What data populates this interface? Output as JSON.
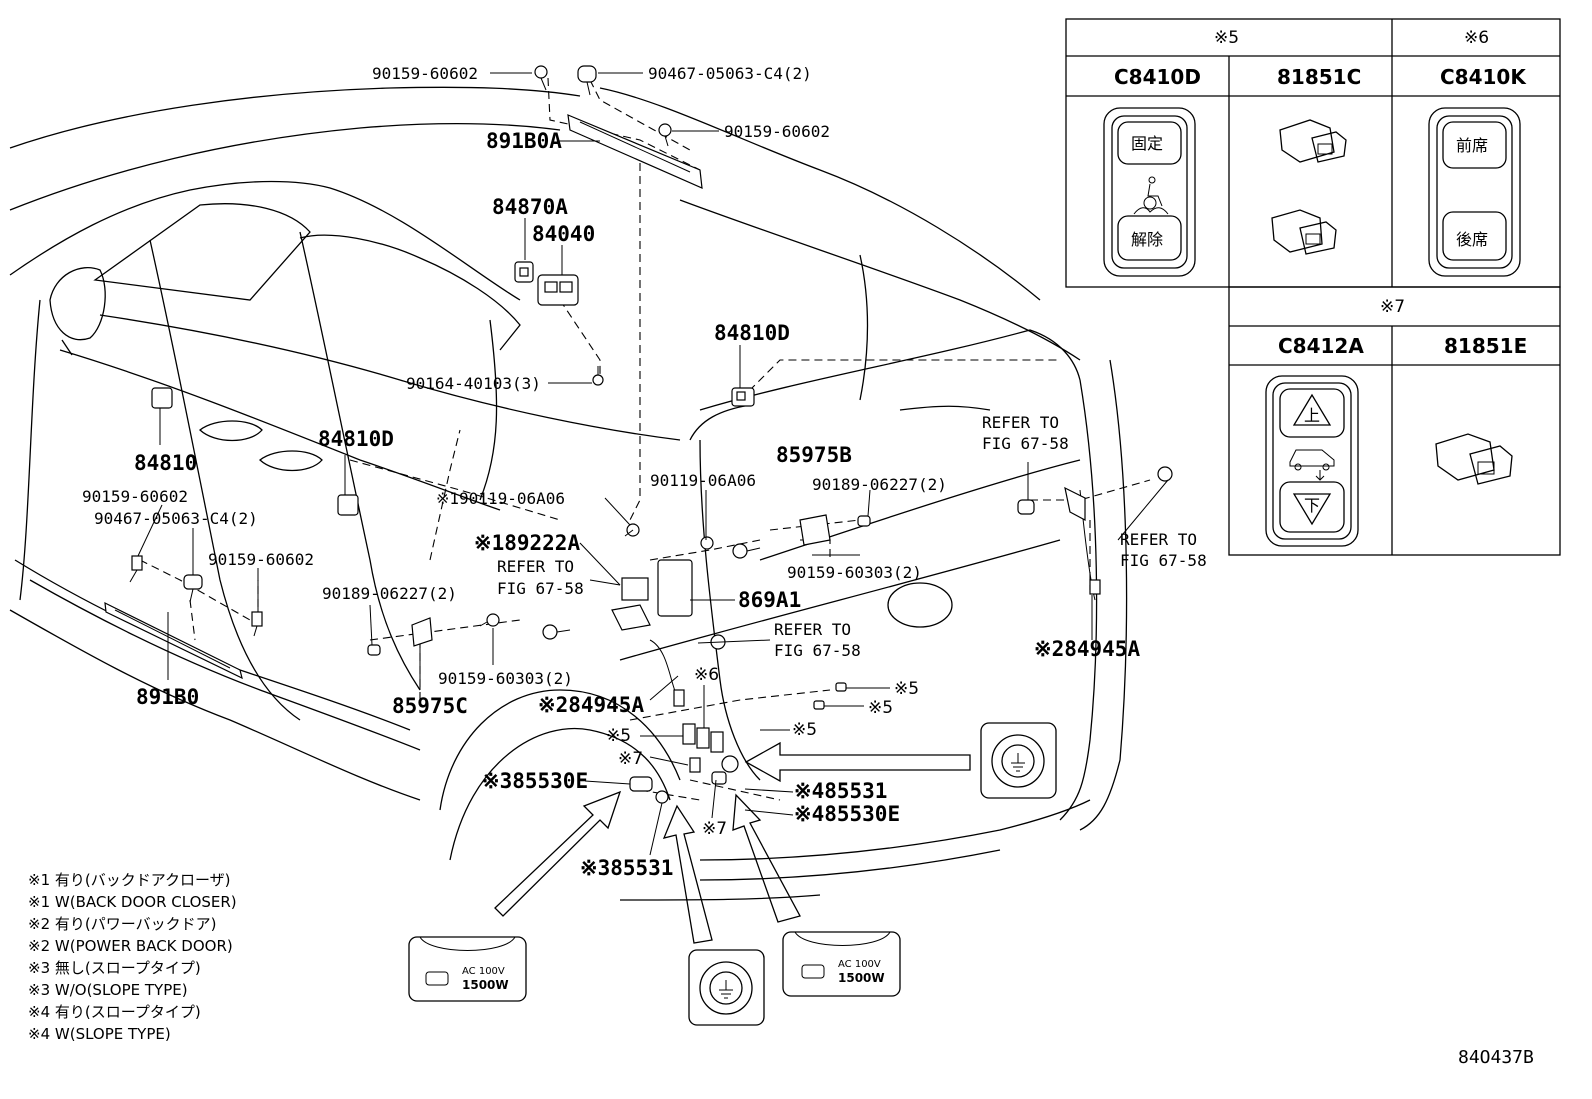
{
  "diagram_code": "84O437B",
  "callouts": {
    "p1": "90159-60602",
    "p2": "90467-05063-C4(2)",
    "p3": "90159-60602",
    "p4": "891B0A",
    "p5": "84870A",
    "p6": "84040",
    "p7": "84810D",
    "p8": "90164-40103(3)",
    "p9": "84810",
    "p10": "84810D",
    "p11": "85975B",
    "p12": "90119-06A06",
    "p13": "90189-06227(2)",
    "p14": "※190119-06A06",
    "p15": "※189222A",
    "p16": "90159-60602",
    "p17": "90467-05063-C4(2)",
    "p18": "90159-60602",
    "p19": "869A1",
    "p20": "90159-60303(2)",
    "p21": "90189-06227(2)",
    "p22": "90159-60303(2)",
    "p23": "891B0",
    "p24": "85975C",
    "p25": "※284945A",
    "p26": "※284945A",
    "p27": "※6",
    "p28": "※5",
    "p29": "※5",
    "p30": "※5",
    "p31": "※5",
    "p32": "※7",
    "p33": "※7",
    "p34": "※385530E",
    "p35": "※485531",
    "p36": "※485530E",
    "p37": "※385531"
  },
  "refer": {
    "r1a": "REFER TO",
    "r1b": "FIG 67-58",
    "r2a": "REFER TO",
    "r2b": "FIG 67-58",
    "r3a": "REFER TO",
    "r3b": "FIG 67-58",
    "r4a": "REFER TO",
    "r4b": "FIG 67-58"
  },
  "table": {
    "group5": "※5",
    "group6": "※6",
    "group7": "※7",
    "col_c8410d": "C8410D",
    "col_81851c": "81851C",
    "col_c8410k": "C8410K",
    "col_c8412a": "C8412A",
    "col_81851e": "81851E",
    "btn_kotei": "固定",
    "btn_kaijo": "解除",
    "btn_zenseki": "前席",
    "btn_kouseki": "後席",
    "btn_ue": "上",
    "btn_shita": "下"
  },
  "outlet": {
    "ac_top": "AC 100V",
    "ac_bottom": "1500W"
  },
  "footnotes": [
    "※1 有り(バックドアクローザ)",
    "※1 W(BACK DOOR CLOSER)",
    "※2 有り(パワーバックドア)",
    "※2 W(POWER BACK DOOR)",
    "※3 無し(スロープタイプ)",
    "※3 W/O(SLOPE TYPE)",
    "※4 有り(スロープタイプ)",
    "※4 W(SLOPE TYPE)"
  ]
}
